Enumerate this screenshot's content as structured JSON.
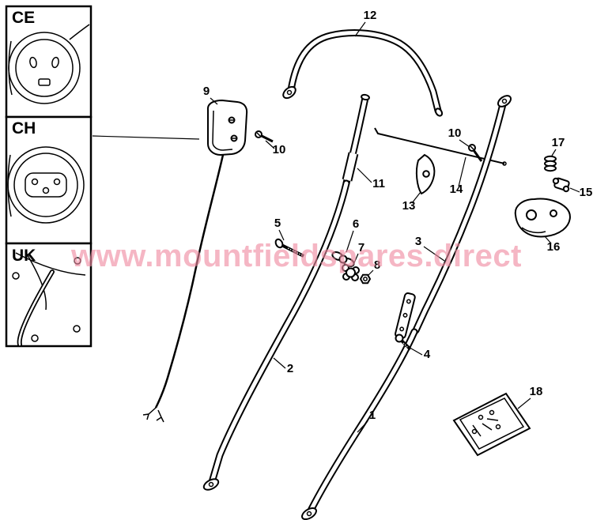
{
  "watermark": {
    "text": "www.mountfieldspares.direct",
    "color": "#ef8ba1"
  },
  "panels": [
    {
      "label": "CE"
    },
    {
      "label": "CH"
    },
    {
      "label": "UK"
    }
  ],
  "callouts": [
    {
      "label": "12"
    },
    {
      "label": "9"
    },
    {
      "label": "10"
    },
    {
      "label": "10"
    },
    {
      "label": "11"
    },
    {
      "label": "13"
    },
    {
      "label": "14"
    },
    {
      "label": "17"
    },
    {
      "label": "15"
    },
    {
      "label": "16"
    },
    {
      "label": "5"
    },
    {
      "label": "6"
    },
    {
      "label": "7"
    },
    {
      "label": "8"
    },
    {
      "label": "3"
    },
    {
      "label": "4"
    },
    {
      "label": "2"
    },
    {
      "label": "1"
    },
    {
      "label": "18"
    }
  ]
}
